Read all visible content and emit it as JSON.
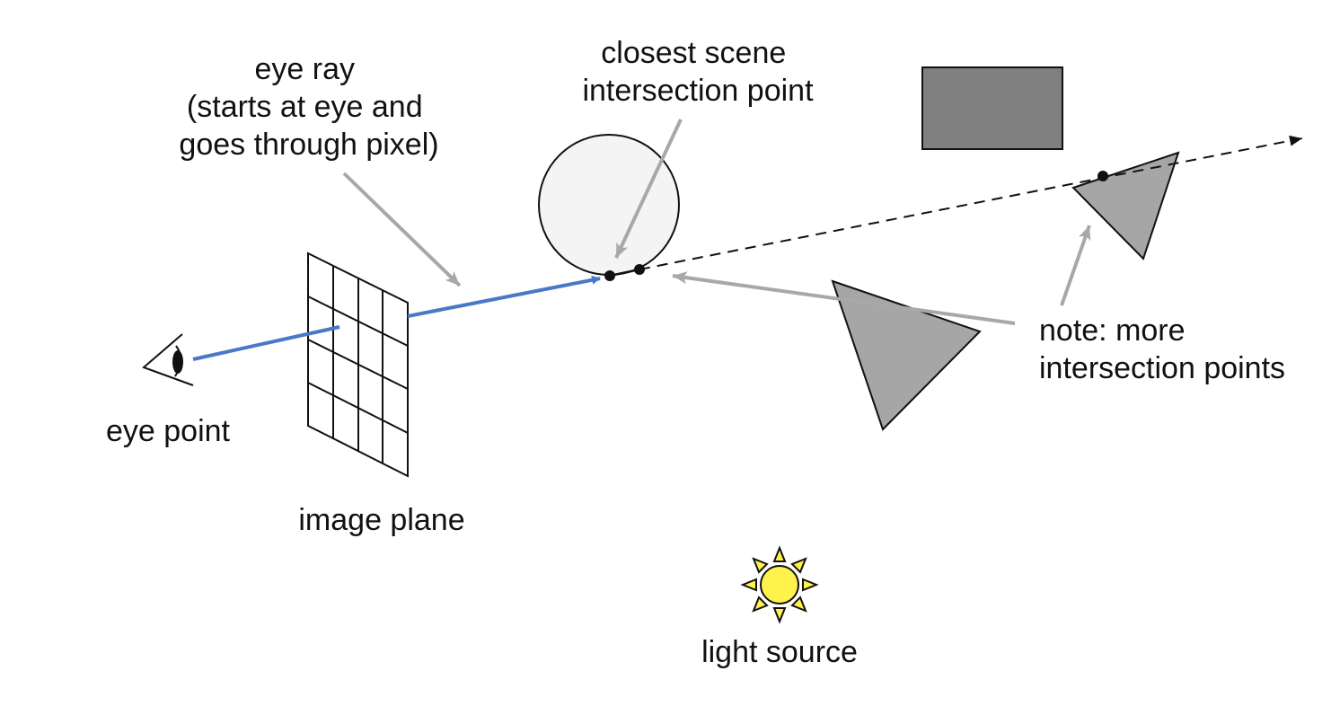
{
  "labels": {
    "eye_ray": [
      "eye ray",
      "(starts at eye and",
      "goes through pixel)"
    ],
    "closest_point": [
      "closest scene",
      "intersection point"
    ],
    "note": [
      "note: more",
      "intersection points"
    ],
    "eye_point": "eye point",
    "image_plane": "image plane",
    "light_source": "light source"
  },
  "image_plane_grid": {
    "columns": 4,
    "rows": 4
  },
  "icons": {
    "eye": "eye-icon",
    "light": "sun-icon"
  },
  "colors": {
    "eye_ray": "#4a78c9",
    "callout_arrow": "#a8a8a8",
    "sphere_fill": "#f4f4f4",
    "triangle_fill": "#a6a6a6",
    "box_fill": "#808080",
    "sun_fill": "#fff24a",
    "outline": "#111111"
  }
}
